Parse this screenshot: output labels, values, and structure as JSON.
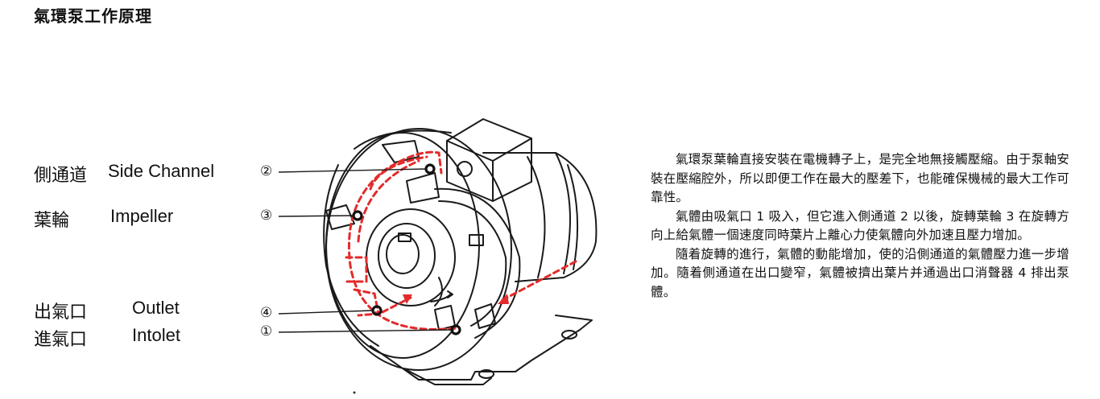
{
  "title": "氣環泵工作原理",
  "labels": {
    "side_channel": {
      "zh": "側通道",
      "en": "Side Channel",
      "num": "②"
    },
    "impeller": {
      "zh": "葉輪",
      "en": "Impeller",
      "num": "③"
    },
    "outlet": {
      "zh": "出氣口",
      "en": "Outlet",
      "num": "④"
    },
    "inlet": {
      "zh": "進氣口",
      "en": "Intolet",
      "num": "①"
    }
  },
  "description": [
    "氣環泵葉輪直接安裝在電機轉子上，是完全地無接觸壓縮。由于泵軸安裝在壓縮腔外，所以即便工作在最大的壓差下，也能確保機械的最大工作可靠性。",
    "氣體由吸氣口 1 吸入，但它進入側通道 2 以後，旋轉葉輪 3 在旋轉方向上給氣體一個速度同時葉片上離心力使氣體向外加速且壓力增加。",
    "隨着旋轉的進行，氣體的動能增加，使的沿側通道的氣體壓力進一步增加。隨着側通道在出口變窄，氣體被擠出葉片并通過出口消聲器 4 排出泵體。"
  ],
  "colors": {
    "flow_arrow": "#e32b2b",
    "line_art": "#1a1a1a"
  }
}
